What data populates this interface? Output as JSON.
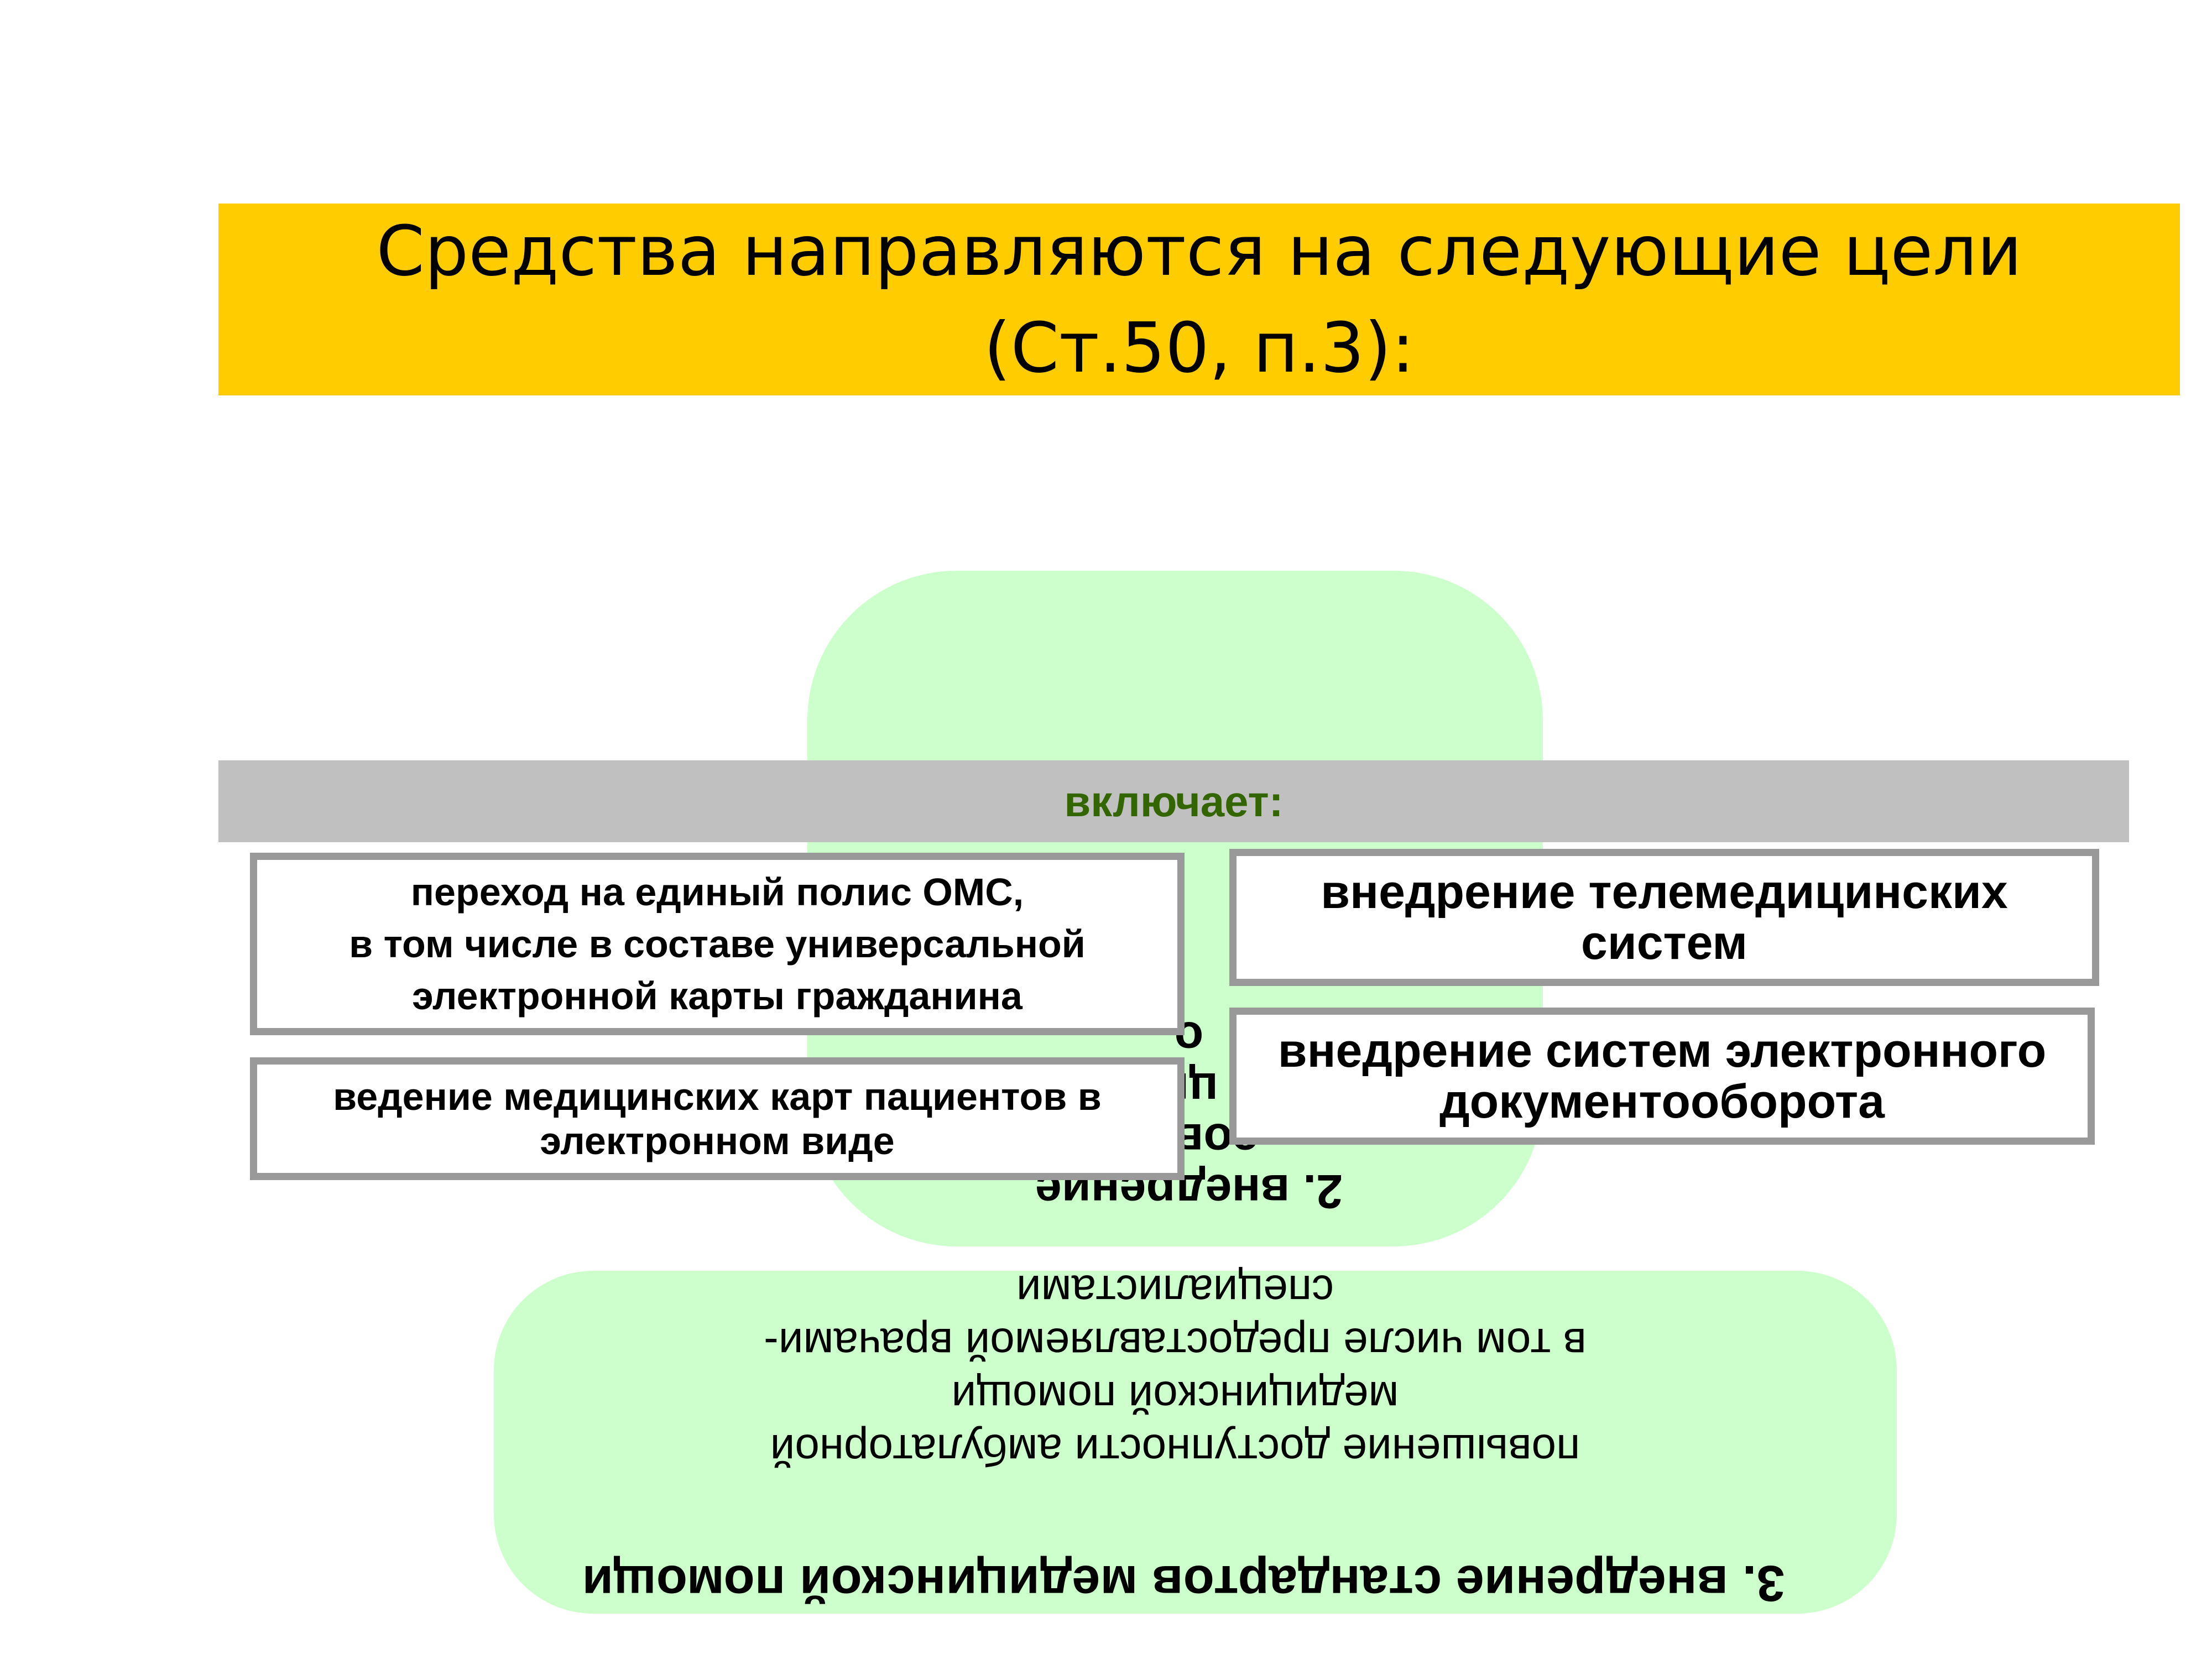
{
  "title": {
    "line1": "Средства направляются на следующие цели",
    "line2": "(Ст.50, п.3):"
  },
  "top_blob": {
    "lines": [
      "2. внедрение",
      "совре",
      "ци",
      "о"
    ]
  },
  "bottom_blob": {
    "title": "3. внедрение стандартов медицинской помощи",
    "body": [
      "повышение доступности амбулаторной",
      "медицинской помощи",
      "в том числе предоставляемой врачами-",
      "специалистами"
    ]
  },
  "includes_bar": {
    "label": "включает:"
  },
  "boxes": {
    "policy": [
      "переход на единый полис ОМС,",
      "в том числе в составе универсальной",
      "электронной карты гражданина"
    ],
    "cards": [
      "ведение медицинских карт пациентов в",
      "электронном виде"
    ],
    "telemed": [
      "внедрение телемедицинских",
      "систем"
    ],
    "docflow": [
      "внедрение систем электронного",
      "документооборота"
    ]
  },
  "colors": {
    "banner": "#ffcc00",
    "blob": "#ccffcc",
    "bar": "#c0c0c0",
    "bar_text": "#336600",
    "box_border": "#999999"
  }
}
